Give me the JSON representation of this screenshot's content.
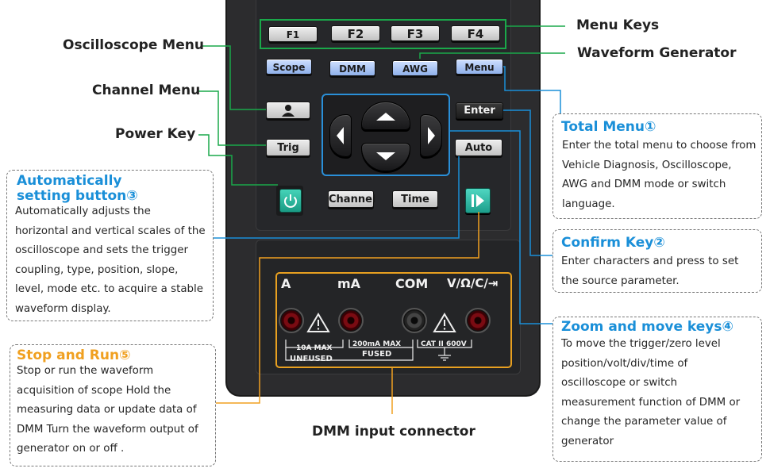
{
  "device": {
    "menu_keys": [
      "F1",
      "F2",
      "F3",
      "F4"
    ],
    "mode_keys": [
      "Scope",
      "DMM",
      "AWG",
      "Menu"
    ],
    "enter_label": "Enter",
    "trig_label": "Trig",
    "auto_label": "Auto",
    "channel_label": "Channel",
    "time_label": "Time",
    "dmm_terminals": [
      "A",
      "mA",
      "COM",
      "V/Ω/C/⇥"
    ],
    "dmm_ratings": {
      "a": "10A MAX",
      "a_fuse": "UNFUSED",
      "ma": "200mA MAX",
      "ma_fuse": "FUSED",
      "cat": "CAT II 600V"
    }
  },
  "labels": {
    "menu_keys": "Menu Keys",
    "waveform_generator": "Waveform Generator",
    "oscilloscope_menu": "Oscilloscope Menu",
    "channel_menu": "Channel Menu",
    "power_key": "Power Key",
    "dmm_input": "DMM input connector"
  },
  "callouts": {
    "auto_set": {
      "title_line1": "Automatically",
      "title_line2": "setting button③",
      "lines": [
        "Automatically adjusts the",
        "horizontal and vertical scales of the",
        "oscilloscope and sets the trigger",
        "coupling, type, position, slope,",
        "level, mode etc. to acquire a stable",
        "waveform display."
      ]
    },
    "stop_run": {
      "title": "Stop and Run⑤",
      "lines": [
        "Stop or run the waveform",
        "acquisition of scope Hold the",
        "measuring data or update data of",
        "DMM Turn the waveform output of",
        "generator on or off ."
      ]
    },
    "total_menu": {
      "title": "Total Menu①",
      "lines": [
        "Enter the total menu to choose from",
        "Vehicle Diagnosis, Oscilloscope,",
        "AWG and DMM mode or switch",
        "language."
      ]
    },
    "confirm_key": {
      "title": "Confirm Key②",
      "lines": [
        "Enter characters and press to set",
        "the source parameter."
      ]
    },
    "zoom_move": {
      "title": "Zoom and move keys④",
      "lines": [
        "To move the trigger/zero level",
        "position/volt/div/time of",
        "oscilloscope or switch",
        "measurement function of DMM or",
        "change the parameter value of",
        "generator"
      ]
    }
  },
  "colors": {
    "green_line": "#1aa84a",
    "blue_line": "#1a8fd8",
    "orange_line": "#f0a020",
    "device_body": "#2c2c2e"
  }
}
